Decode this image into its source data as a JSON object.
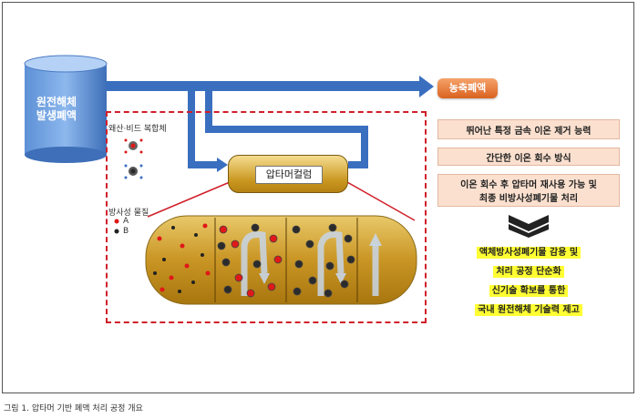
{
  "source": {
    "label_line1": "원전해체",
    "label_line2": "발생폐액"
  },
  "outlet": {
    "label": "농축폐액"
  },
  "legend": {
    "composite_label": "왜산·비드 복합체",
    "radioactive_label": "방사성 물질",
    "item_a": "A",
    "item_b": "B"
  },
  "column": {
    "label": "압타머컬럼"
  },
  "features": [
    "뛰어난 특정 금속 이온 제거 능력",
    "간단한 이온 회수 방식",
    "이온 회수 후 압타머 재사용 가능 및",
    "최종 비방사성폐기물 처리"
  ],
  "outcomes": {
    "line1": "액체방사성폐기물 감용 및",
    "line2": "처리 공정 단순화",
    "line3": "신기술 확보를 통한",
    "line4": "국내 원전해체 기술력 제고"
  },
  "caption": "그림 1. 압타머 기반 폐액 처리 공정 개요",
  "colors": {
    "blue": "#3a6fc0",
    "orange": "#e8772e",
    "red": "#d01f2a",
    "gold": "#c9961f"
  }
}
